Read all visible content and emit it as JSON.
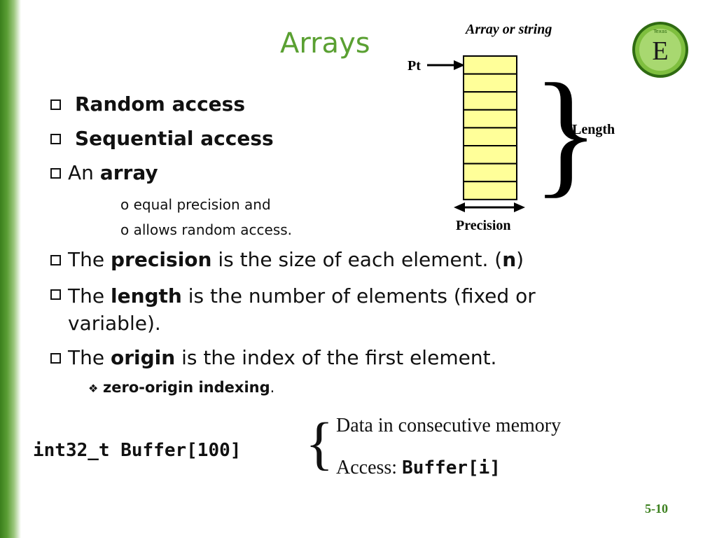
{
  "slide": {
    "title": "Arrays",
    "page_number": "5-10"
  },
  "diagram": {
    "top_label": "Array or string",
    "pointer_label": "Pt",
    "length_label": "Length",
    "precision_label": "Precision",
    "cell_count": 8
  },
  "bullets": {
    "b1": "Random access",
    "b2": "Sequential access",
    "b3_pre": "An ",
    "b3_bold": "array",
    "sub1": "o equal precision and",
    "sub2": "o allows random access.",
    "b4_pre": "The ",
    "b4_bold": "precision",
    "b4_mid": " is the size of each element. (",
    "b4_bold2": "n",
    "b4_post": ")",
    "b5_pre": "The ",
    "b5_bold": "length",
    "b5_post": " is the number of elements (fixed or",
    "b5_line2": "variable).",
    "b6_pre": "The ",
    "b6_bold": "origin",
    "b6_post": " is the index of the first element.",
    "sub3_bold": "zero-origin indexing",
    "sub3_post": "."
  },
  "code_block": {
    "declaration": "int32_t Buffer[100]",
    "brace": "{",
    "line1": "Data in consecutive memory",
    "line2_pre": "Access: ",
    "line2_code": "Buffer[i]"
  },
  "logo": {
    "letter": "E",
    "small_text": "Texas"
  },
  "colors": {
    "accent_green": "#5aa032",
    "cell_fill": "#ffff99"
  }
}
